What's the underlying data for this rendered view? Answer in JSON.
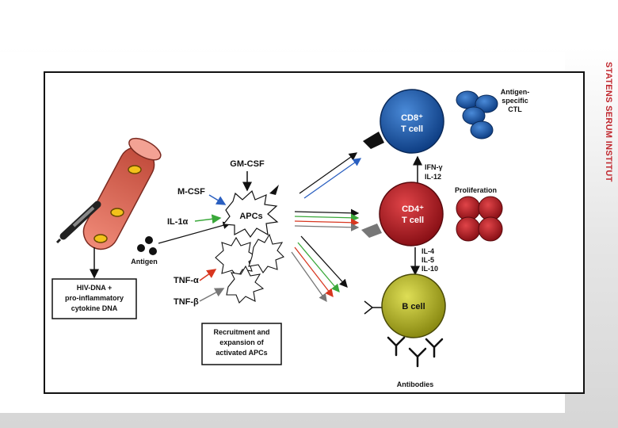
{
  "brand": "STATENS SERUM INSTITUT",
  "diagram": {
    "hiv_box": [
      "HIV-DNA +",
      "pro-inflammatory",
      "cytokine DNA"
    ],
    "antigen": "Antigen",
    "gm_csf": "GM-CSF",
    "m_csf": "M-CSF",
    "il1a": "IL-1α",
    "apcs": "APCs",
    "tnf_a": "TNF-α",
    "tnf_b": "TNF-β",
    "recruit_box": [
      "Recruitment and",
      "expansion of",
      "activated APCs"
    ],
    "cd8": [
      "CD8⁺",
      "T cell"
    ],
    "cd4": [
      "CD4⁺",
      "T cell"
    ],
    "bcell": "B cell",
    "ctl": [
      "Antigen-",
      "specific",
      "CTL"
    ],
    "proliferation": "Proliferation",
    "ifn_labels": [
      "IFN-γ",
      "IL-12"
    ],
    "il_labels": [
      "IL-4",
      "IL-5",
      "IL-10"
    ],
    "antibodies": "Antibodies",
    "colors": {
      "cd8": "#1f5fa8",
      "cd4": "#c0202a",
      "bcell": "#b7b62a",
      "arrow_blue": "#2a5fc0",
      "arrow_green": "#3aa83a",
      "arrow_red": "#d8361f",
      "arrow_gray": "#777777",
      "syringe_tube": "#e07060",
      "brand": "#c0262d"
    }
  }
}
